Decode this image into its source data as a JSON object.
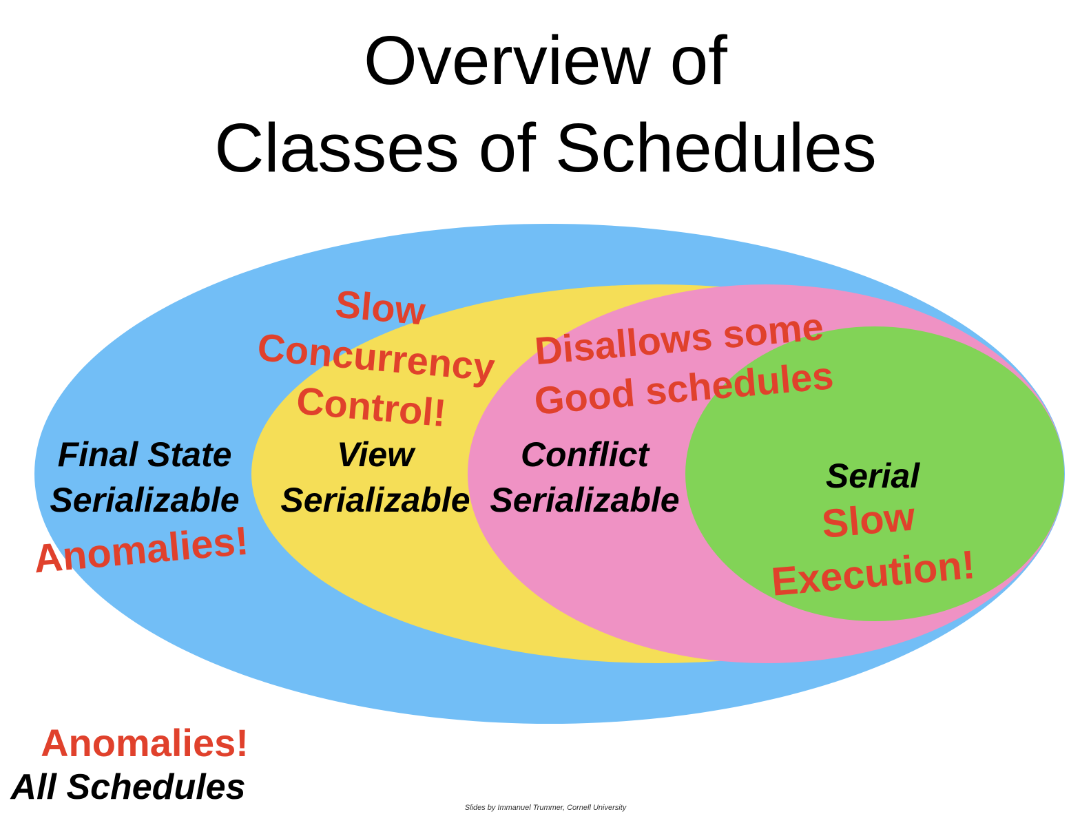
{
  "title": {
    "line1": "Overview of",
    "line2": "Classes of Schedules"
  },
  "sets": {
    "all": {
      "name": "All Schedules",
      "note": "Anomalies!",
      "color": "#72bef6"
    },
    "final_state": {
      "line1": "Final State",
      "line2": "Serializable",
      "note": "Anomalies!"
    },
    "view": {
      "line1": "View",
      "line2": "Serializable",
      "color": "#f5de57",
      "note": [
        "Slow",
        "Concurrency",
        "Control!"
      ]
    },
    "conflict": {
      "line1": "Conflict",
      "line2": "Serializable",
      "color": "#ef92c4",
      "note": [
        "Disallows some",
        "Good schedules"
      ]
    },
    "serial": {
      "name": "Serial",
      "color": "#82d357",
      "note": [
        "Slow",
        "Execution!"
      ]
    }
  },
  "colors": {
    "red_text": "#e0412c",
    "black_text": "#000000"
  },
  "footer": "Slides by Immanuel Trummer, Cornell University"
}
